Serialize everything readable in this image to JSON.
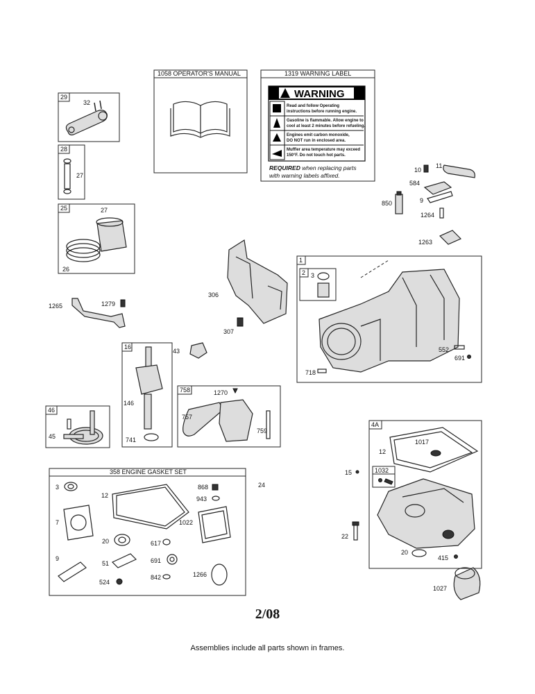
{
  "frames": {
    "manual": {
      "title": "1058 OPERATOR'S MANUAL"
    },
    "warning": {
      "title": "1319 WARNING LABEL",
      "heading": "WARNING",
      "lines": [
        "Read and follow Operating",
        "instructions before running engine.",
        "Gasoline is flammable. Allow engine to",
        "cool at least 2 minutes before refueling.",
        "Engines emit carbon monoxide,",
        "DO NOT run in enclosed area.",
        "Muffler area temperature may exceed",
        "150°F.  Do not touch hot parts."
      ],
      "required": "REQUIRED",
      "required_rest": " when replacing parts",
      "required_line2": "with warning labels affixed."
    },
    "gasket": {
      "title": "358 ENGINE GASKET SET"
    }
  },
  "labels": {
    "f29": "29",
    "p32": "32",
    "f28": "28",
    "p27a": "27",
    "f25": "25",
    "p27b": "27",
    "p26": "26",
    "p1265": "1265",
    "p1279": "1279",
    "p306": "306",
    "p307": "307",
    "f16": "16",
    "p43": "43",
    "p146": "146",
    "p741": "741",
    "f46": "46",
    "p45": "45",
    "f758": "758",
    "p1270": "1270",
    "p757": "757",
    "p759": "759",
    "f1": "1",
    "f2": "2",
    "p3a": "3",
    "p552": "552",
    "p691a": "691",
    "p718": "718",
    "p10": "10",
    "p11": "11",
    "p584": "584",
    "p9a": "9",
    "p850": "850",
    "p1264": "1264",
    "p1263": "1263",
    "f4A": "4A",
    "p1017": "1017",
    "p12a": "12",
    "p15": "15",
    "f1032": "1032",
    "p22": "22",
    "p20a": "20",
    "p415": "415",
    "p1027": "1027",
    "p24": "24",
    "g3": "3",
    "g12": "12",
    "g868": "868",
    "g943": "943",
    "g7": "7",
    "g1022": "1022",
    "g20": "20",
    "g617": "617",
    "g691": "691",
    "g9": "9",
    "g51": "51",
    "g842": "842",
    "g1266": "1266",
    "g524": "524"
  },
  "footer": {
    "date": "2/08",
    "note": "Assemblies include all parts shown in frames."
  }
}
